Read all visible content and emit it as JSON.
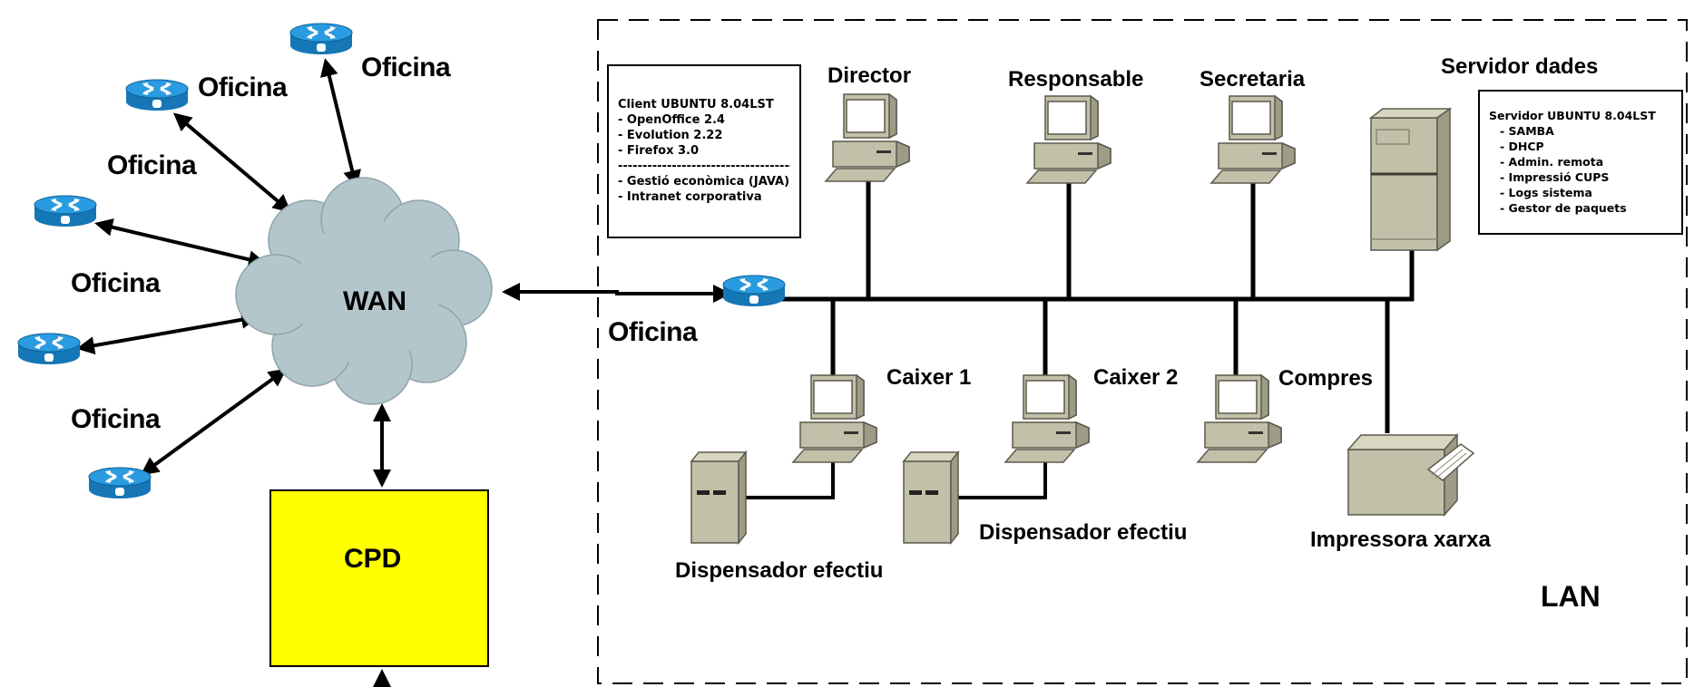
{
  "wan": {
    "label": "WAN"
  },
  "cpd": {
    "label": "CPD"
  },
  "lan": {
    "label": "LAN"
  },
  "offices": {
    "top": "Oficina",
    "upper_left": "Oficina",
    "left_upper": "Oficina",
    "left_middle": "Oficina",
    "left_lower": "Oficina",
    "local": "Oficina"
  },
  "workstations": {
    "director": "Director",
    "responsable": "Responsable",
    "secretaria": "Secretaria",
    "caixer1": "Caixer 1",
    "caixer2": "Caixer 2",
    "compres": "Compres"
  },
  "server": {
    "label": "Servidor dades"
  },
  "printer": {
    "label": "Impressora xarxa"
  },
  "dispensers": {
    "first": "Dispensador efectiu",
    "second": "Dispensador efectiu"
  },
  "client_box": {
    "lines": [
      "Client UBUNTU 8.04LST",
      "- OpenOffice 2.4",
      "- Evolution 2.22",
      "- Firefox 3.0"
    ],
    "separator": "------------------------------------",
    "extra": [
      "- Gestió econòmica (JAVA)",
      "- Intranet corporativa"
    ]
  },
  "server_box": {
    "lines": [
      "Servidor UBUNTU 8.04LST",
      "- SAMBA",
      "- DHCP",
      "- Admin. remota",
      "- Impressió CUPS",
      "- Logs sistema",
      "- Gestor de paquets"
    ]
  },
  "colors": {
    "cpd_fill": "#ffff00",
    "cloud_fill": "#b3c6cc",
    "router_fill": "#1d8fd0",
    "device_fill": "#c2c0a8"
  }
}
